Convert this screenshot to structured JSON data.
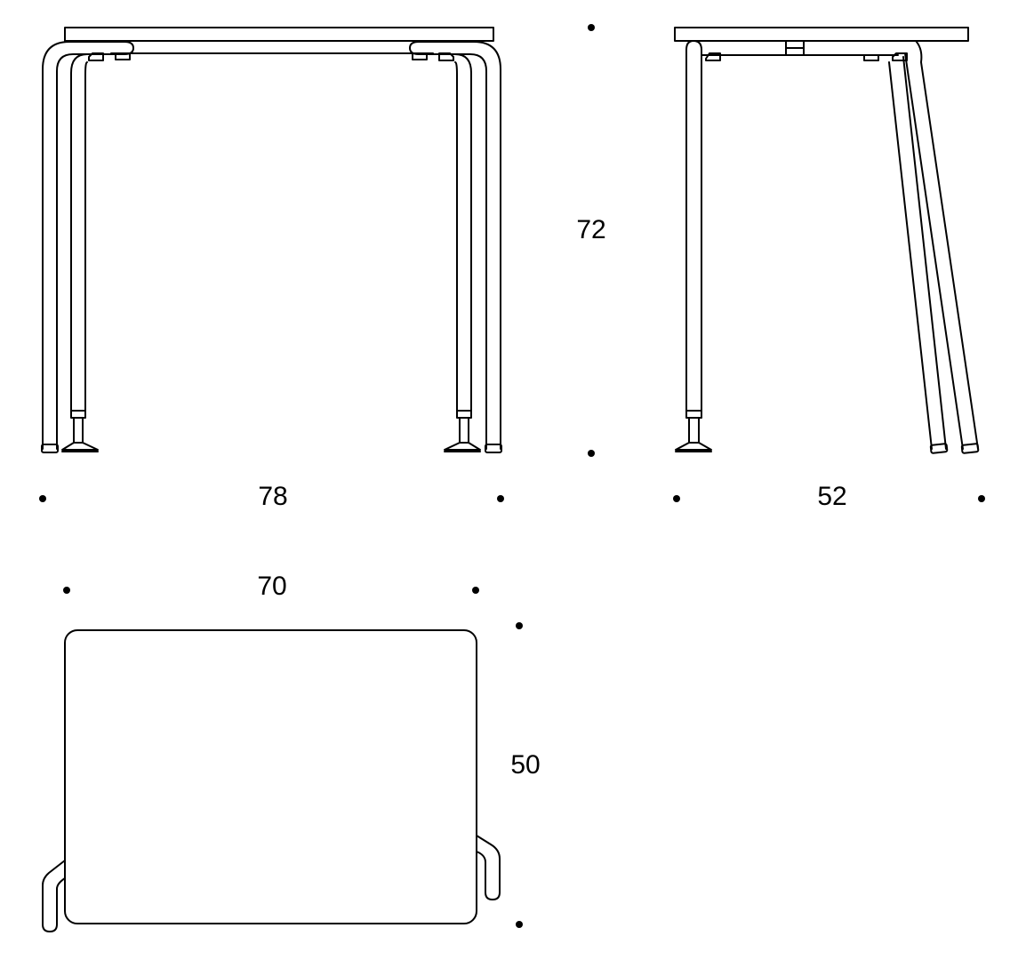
{
  "dimensions": {
    "front_width": "78",
    "height": "72",
    "side_depth": "52",
    "top_width": "70",
    "top_depth": "50"
  },
  "colors": {
    "line": "#000000",
    "background": "#ffffff"
  }
}
